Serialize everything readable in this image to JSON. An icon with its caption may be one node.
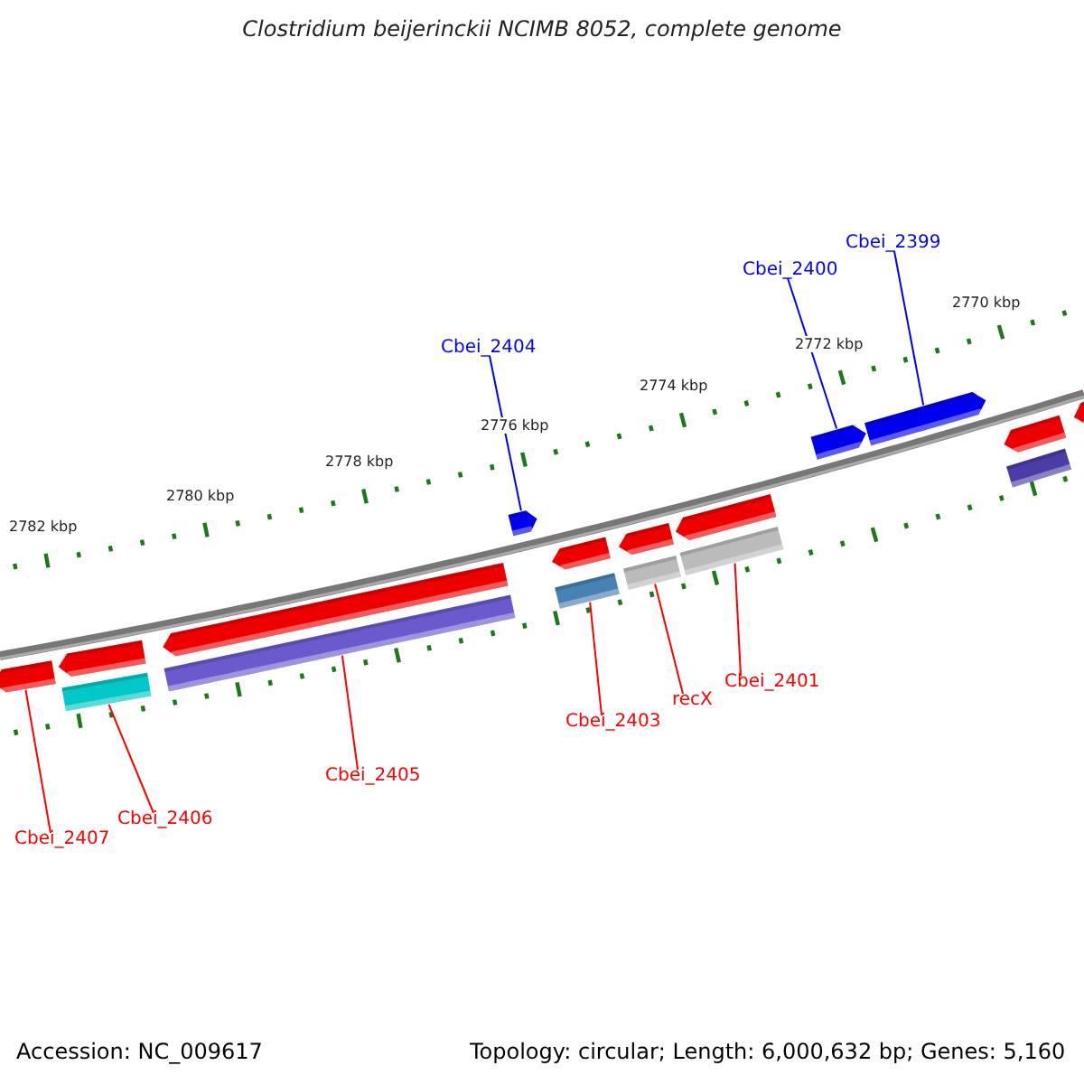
{
  "diagram": {
    "title": "Clostridium beijerinckii NCIMB 8052, complete genome",
    "nodes": [
      {
        "text": [
          "Cbei_2399"
        ]
      },
      {
        "text": [
          "Cbei_2400"
        ]
      },
      {
        "text": [
          "Cbei_2404"
        ]
      },
      {
        "text": [
          "Cbei_2401"
        ]
      },
      {
        "text": [
          "recX"
        ]
      },
      {
        "text": [
          "Cbei_2403"
        ]
      },
      {
        "text": [
          "Cbei_2405"
        ]
      },
      {
        "text": [
          "Cbei_2406"
        ]
      },
      {
        "text": [
          "Cbei_2407"
        ]
      },
      {
        "text": [],
        "shape": "arrow"
      },
      {
        "text": [],
        "shape": "arrow"
      },
      {
        "text": [],
        "shape": "arrow"
      },
      {
        "text": [],
        "shape": "bar"
      },
      {
        "text": [],
        "shape": "bar"
      },
      {
        "text": [],
        "shape": "bar"
      },
      {
        "text": [],
        "shape": "bar"
      },
      {
        "text": [],
        "shape": "bar"
      },
      {
        "text": [],
        "shape": "arrow"
      },
      {
        "text": [],
        "shape": "arrow"
      },
      {
        "text": [],
        "shape": "arrow"
      },
      {
        "text": [],
        "shape": "arrow"
      },
      {
        "text": [],
        "shape": "arrow"
      },
      {
        "text": [],
        "shape": "arrow"
      },
      {
        "text": [],
        "shape": "arrow"
      },
      {
        "text": [],
        "shape": "bar"
      },
      {
        "text": [],
        "shape": "arrow"
      }
    ],
    "edges": [
      {
        "from": 0,
        "to": 9,
        "arrow": "none",
        "color": "#0000ff"
      },
      {
        "from": 1,
        "to": 10,
        "arrow": "none",
        "color": "#0000ff"
      },
      {
        "from": 2,
        "to": 11,
        "arrow": "none",
        "color": "#0000ff"
      },
      {
        "from": 3,
        "to": 12,
        "arrow": "none"
      },
      {
        "from": 4,
        "to": 13,
        "arrow": "none"
      },
      {
        "from": 5,
        "to": 14,
        "arrow": "none"
      },
      {
        "from": 6,
        "to": 15,
        "arrow": "none"
      },
      {
        "from": 7,
        "to": 16,
        "arrow": "none"
      },
      {
        "from": 8,
        "to": 17,
        "arrow": "none"
      }
    ],
    "labels": [
      "2770 kbp",
      "2772 kbp",
      "2774 kbp",
      "2776 kbp",
      "2778 kbp",
      "2780 kbp",
      "2782 kbp",
      "Accession: NC_009617",
      "Topology: circular; Length: 6,000,632 bp; Genes: 5,160"
    ]
  }
}
